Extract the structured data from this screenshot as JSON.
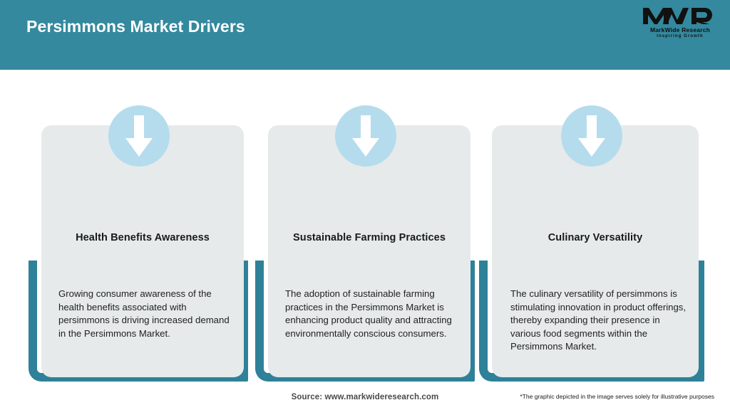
{
  "header": {
    "title": "Persimmons Market Drivers",
    "bg_color": "#34899e",
    "title_color": "#ffffff"
  },
  "logo": {
    "mark": "MWR",
    "name": "MarkWide Research",
    "tagline": "Inspiring Growth"
  },
  "cards": [
    {
      "icon": "down-arrow-icon",
      "title": "Health Benefits Awareness",
      "body": "Growing consumer awareness of the health benefits associated with persimmons is driving increased demand in the Persimmons Market."
    },
    {
      "icon": "down-arrow-icon",
      "title": "Sustainable Farming Practices",
      "body": "The adoption of sustainable farming practices in the Persimmons Market is enhancing product quality and attracting environmentally conscious consumers."
    },
    {
      "icon": "down-arrow-icon",
      "title": "Culinary Versatility",
      "body": "The culinary versatility of persimmons is stimulating innovation in product offerings, thereby expanding their presence in various food segments within the Persimmons Market."
    }
  ],
  "footer": {
    "source": "Source: www.markwideresearch.com",
    "disclaimer": "*The graphic depicted in the image serves solely for illustrative purposes"
  },
  "colors": {
    "teal": "#34899e",
    "bracket_teal": "#2e8199",
    "card_bg": "#e6eaeb",
    "circle_blue": "#b5dced",
    "arrow_white": "#ffffff"
  }
}
